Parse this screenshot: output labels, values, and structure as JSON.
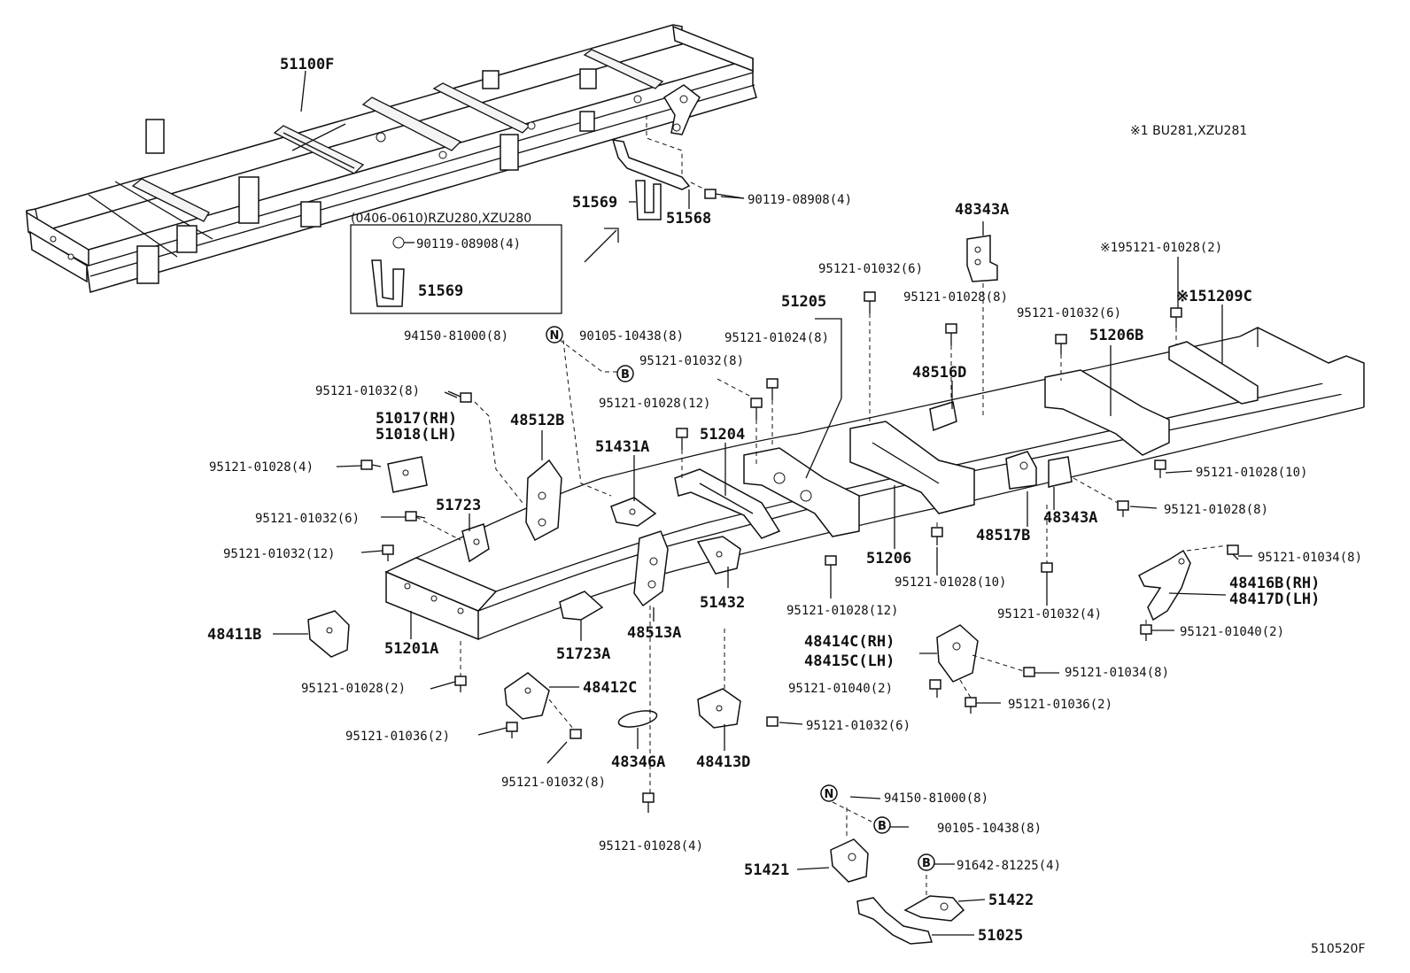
{
  "figure_id": "510520F",
  "note_label": "※1  BU281,XZU281",
  "inset_title": "(0406-0610)RZU280,XZU280",
  "symbols": {
    "n": "N",
    "b": "B"
  },
  "labels": {
    "51100F": "51100F",
    "51569_top": "51569",
    "51568": "51568",
    "90119_top": "90119-08908(4)",
    "inset_90119": "90119-08908(4)",
    "inset_51569": "51569",
    "48343A_top": "48343A",
    "95121_01028_2_star": "※195121-01028(2)",
    "51209C": "※151209C",
    "95121_01032_6_a": "95121-01032(6)",
    "95121_01028_8_a": "95121-01028(8)",
    "51205": "51205",
    "95121_01032_6_b": "95121-01032(6)",
    "51206B": "51206B",
    "94150_a": "94150-81000(8)",
    "90105_a": "90105-10438(8)",
    "95121_01024_8": "95121-01024(8)",
    "95121_01032_8_a": "95121-01032(8)",
    "48516D": "48516D",
    "95121_01032_8_b": "95121-01032(8)",
    "51017": "51017(RH)",
    "51018": "51018(LH)",
    "48512B": "48512B",
    "95121_01028_12_a": "95121-01028(12)",
    "51431A": "51431A",
    "51204": "51204",
    "95121_01028_10_a": "95121-01028(10)",
    "95121_01028_4_a": "95121-01028(4)",
    "51723": "51723",
    "95121_01028_8_b": "95121-01028(8)",
    "48343A_mid": "48343A",
    "95121_01032_6_c": "95121-01032(6)",
    "48517B": "48517B",
    "51206": "51206",
    "95121_01032_12": "95121-01032(12)",
    "95121_01034_8_a": "95121-01034(8)",
    "95121_01028_10_b": "95121-01028(10)",
    "48416B": "48416B(RH)",
    "48417D": "48417D(LH)",
    "51432": "51432",
    "95121_01028_12_b": "95121-01028(12)",
    "95121_01032_4": "95121-01032(4)",
    "48411B": "48411B",
    "48513A": "48513A",
    "51201A": "51201A",
    "51723A": "51723A",
    "95121_01040_2_a": "95121-01040(2)",
    "48414C": "48414C(RH)",
    "48415C": "48415C(LH)",
    "95121_01028_2": "95121-01028(2)",
    "48412C": "48412C",
    "95121_01040_2_b": "95121-01040(2)",
    "95121_01034_8_b": "95121-01034(8)",
    "95121_01036_2_a": "95121-01036(2)",
    "95121_01036_2_b": "95121-01036(2)",
    "95121_01032_6_d": "95121-01032(6)",
    "48413D": "48413D",
    "48346A": "48346A",
    "95121_01032_8_c": "95121-01032(8)",
    "94150_b": "94150-81000(8)",
    "90105_b": "90105-10438(8)",
    "95121_01028_4_b": "95121-01028(4)",
    "51421": "51421",
    "91642": "91642-81225(4)",
    "51422": "51422",
    "51025": "51025"
  }
}
